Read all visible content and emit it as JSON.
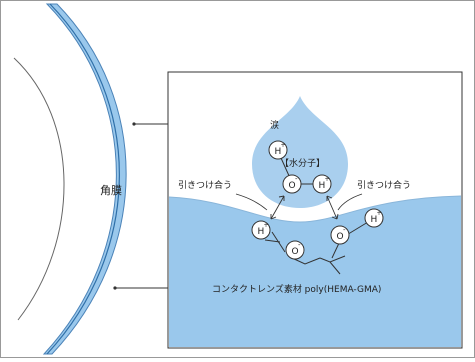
{
  "labels": {
    "tear": "涙",
    "cornea": "角膜",
    "water_molecule": "【水分子】",
    "attract_left": "引きつけ合う",
    "attract_right": "引きつけ合う",
    "lens_material": "コンタクトレンズ素材 poly(HEMA-GMA)"
  },
  "atoms": {
    "hydrogen": "H",
    "oxygen": "O",
    "plus": "+",
    "minus": "-"
  },
  "colors": {
    "drop_fill": "#a9cfee",
    "lens_band": "#5b9fd6",
    "lens_fill": "#9ac8ec",
    "outline": "#444444"
  }
}
